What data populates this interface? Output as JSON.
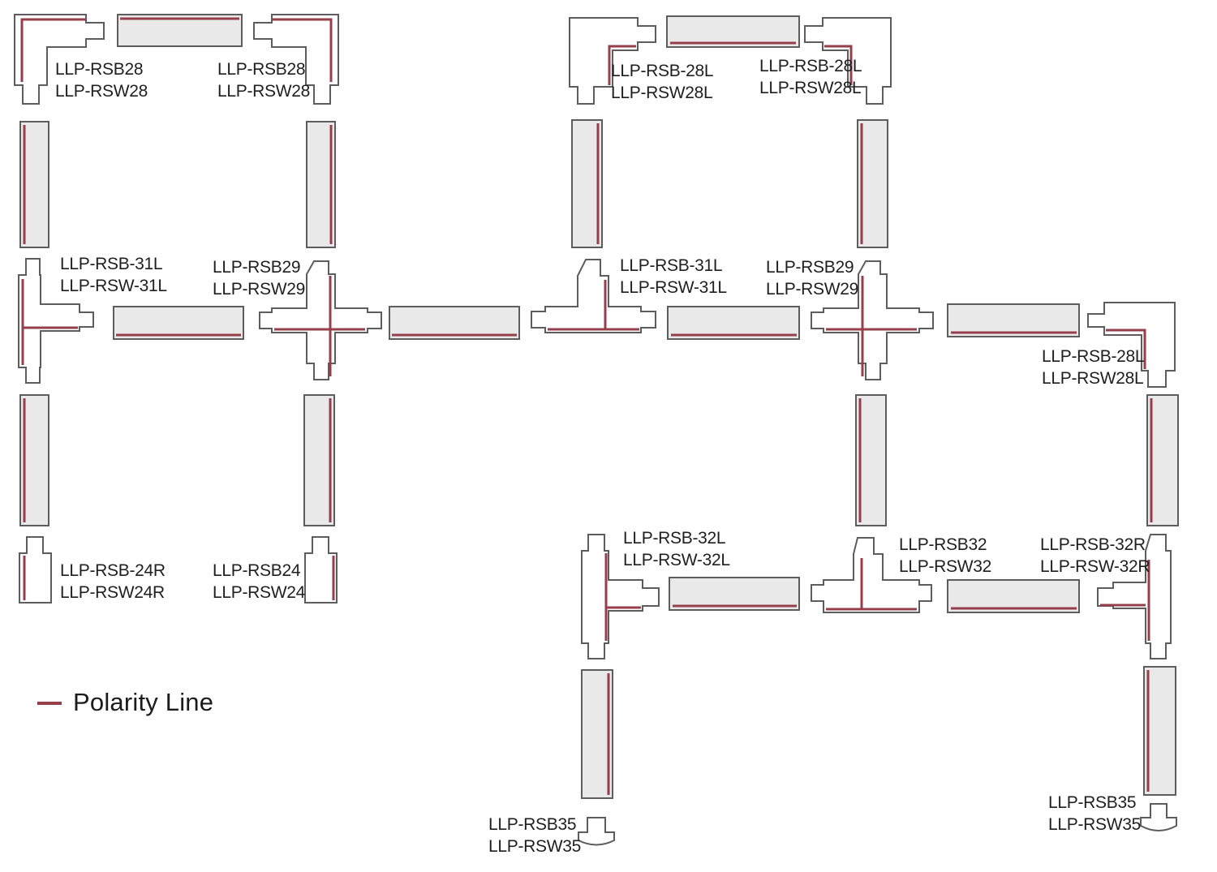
{
  "colors": {
    "polarity_line": "#963f4b",
    "track_fill": "#e9e9e9",
    "outline": "#5d5d5d",
    "text": "#1f1f1f"
  },
  "legend": {
    "label": "Polarity Line"
  },
  "labels": {
    "corner28_tl": {
      "line1": "LLP-RSB28",
      "line2": "LLP-RSW28"
    },
    "corner28_tr": {
      "line1": "LLP-RSB28",
      "line2": "LLP-RSW28"
    },
    "tee31l_left": {
      "line1": "LLP-RSB-31L",
      "line2": "LLP-RSW-31L"
    },
    "cross29_left": {
      "line1": "LLP-RSB29",
      "line2": "LLP-RSW29"
    },
    "corner28l_tl": {
      "line1": "LLP-RSB-28L",
      "line2": "LLP-RSW28L"
    },
    "corner28l_tr": {
      "line1": "LLP-RSB-28L",
      "line2": "LLP-RSW28L"
    },
    "tee31l_right": {
      "line1": "LLP-RSB-31L",
      "line2": "LLP-RSW-31L"
    },
    "cross29_right": {
      "line1": "LLP-RSB29",
      "line2": "LLP-RSW29"
    },
    "corner28l_far_right": {
      "line1": "LLP-RSB-28L",
      "line2": "LLP-RSW28L"
    },
    "feed24r": {
      "line1": "LLP-RSB-24R",
      "line2": "LLP-RSW24R"
    },
    "feed24": {
      "line1": "LLP-RSB24",
      "line2": "LLP-RSW24"
    },
    "tee32l": {
      "line1": "LLP-RSB-32L",
      "line2": "LLP-RSW-32L"
    },
    "tee32": {
      "line1": "LLP-RSB32",
      "line2": "LLP-RSW32"
    },
    "tee32r": {
      "line1": "LLP-RSB-32R",
      "line2": "LLP-RSW-32R"
    },
    "cap35_mid": {
      "line1": "LLP-RSB35",
      "line2": "LLP-RSW35"
    },
    "cap35_right": {
      "line1": "LLP-RSB35",
      "line2": "LLP-RSW35"
    }
  }
}
